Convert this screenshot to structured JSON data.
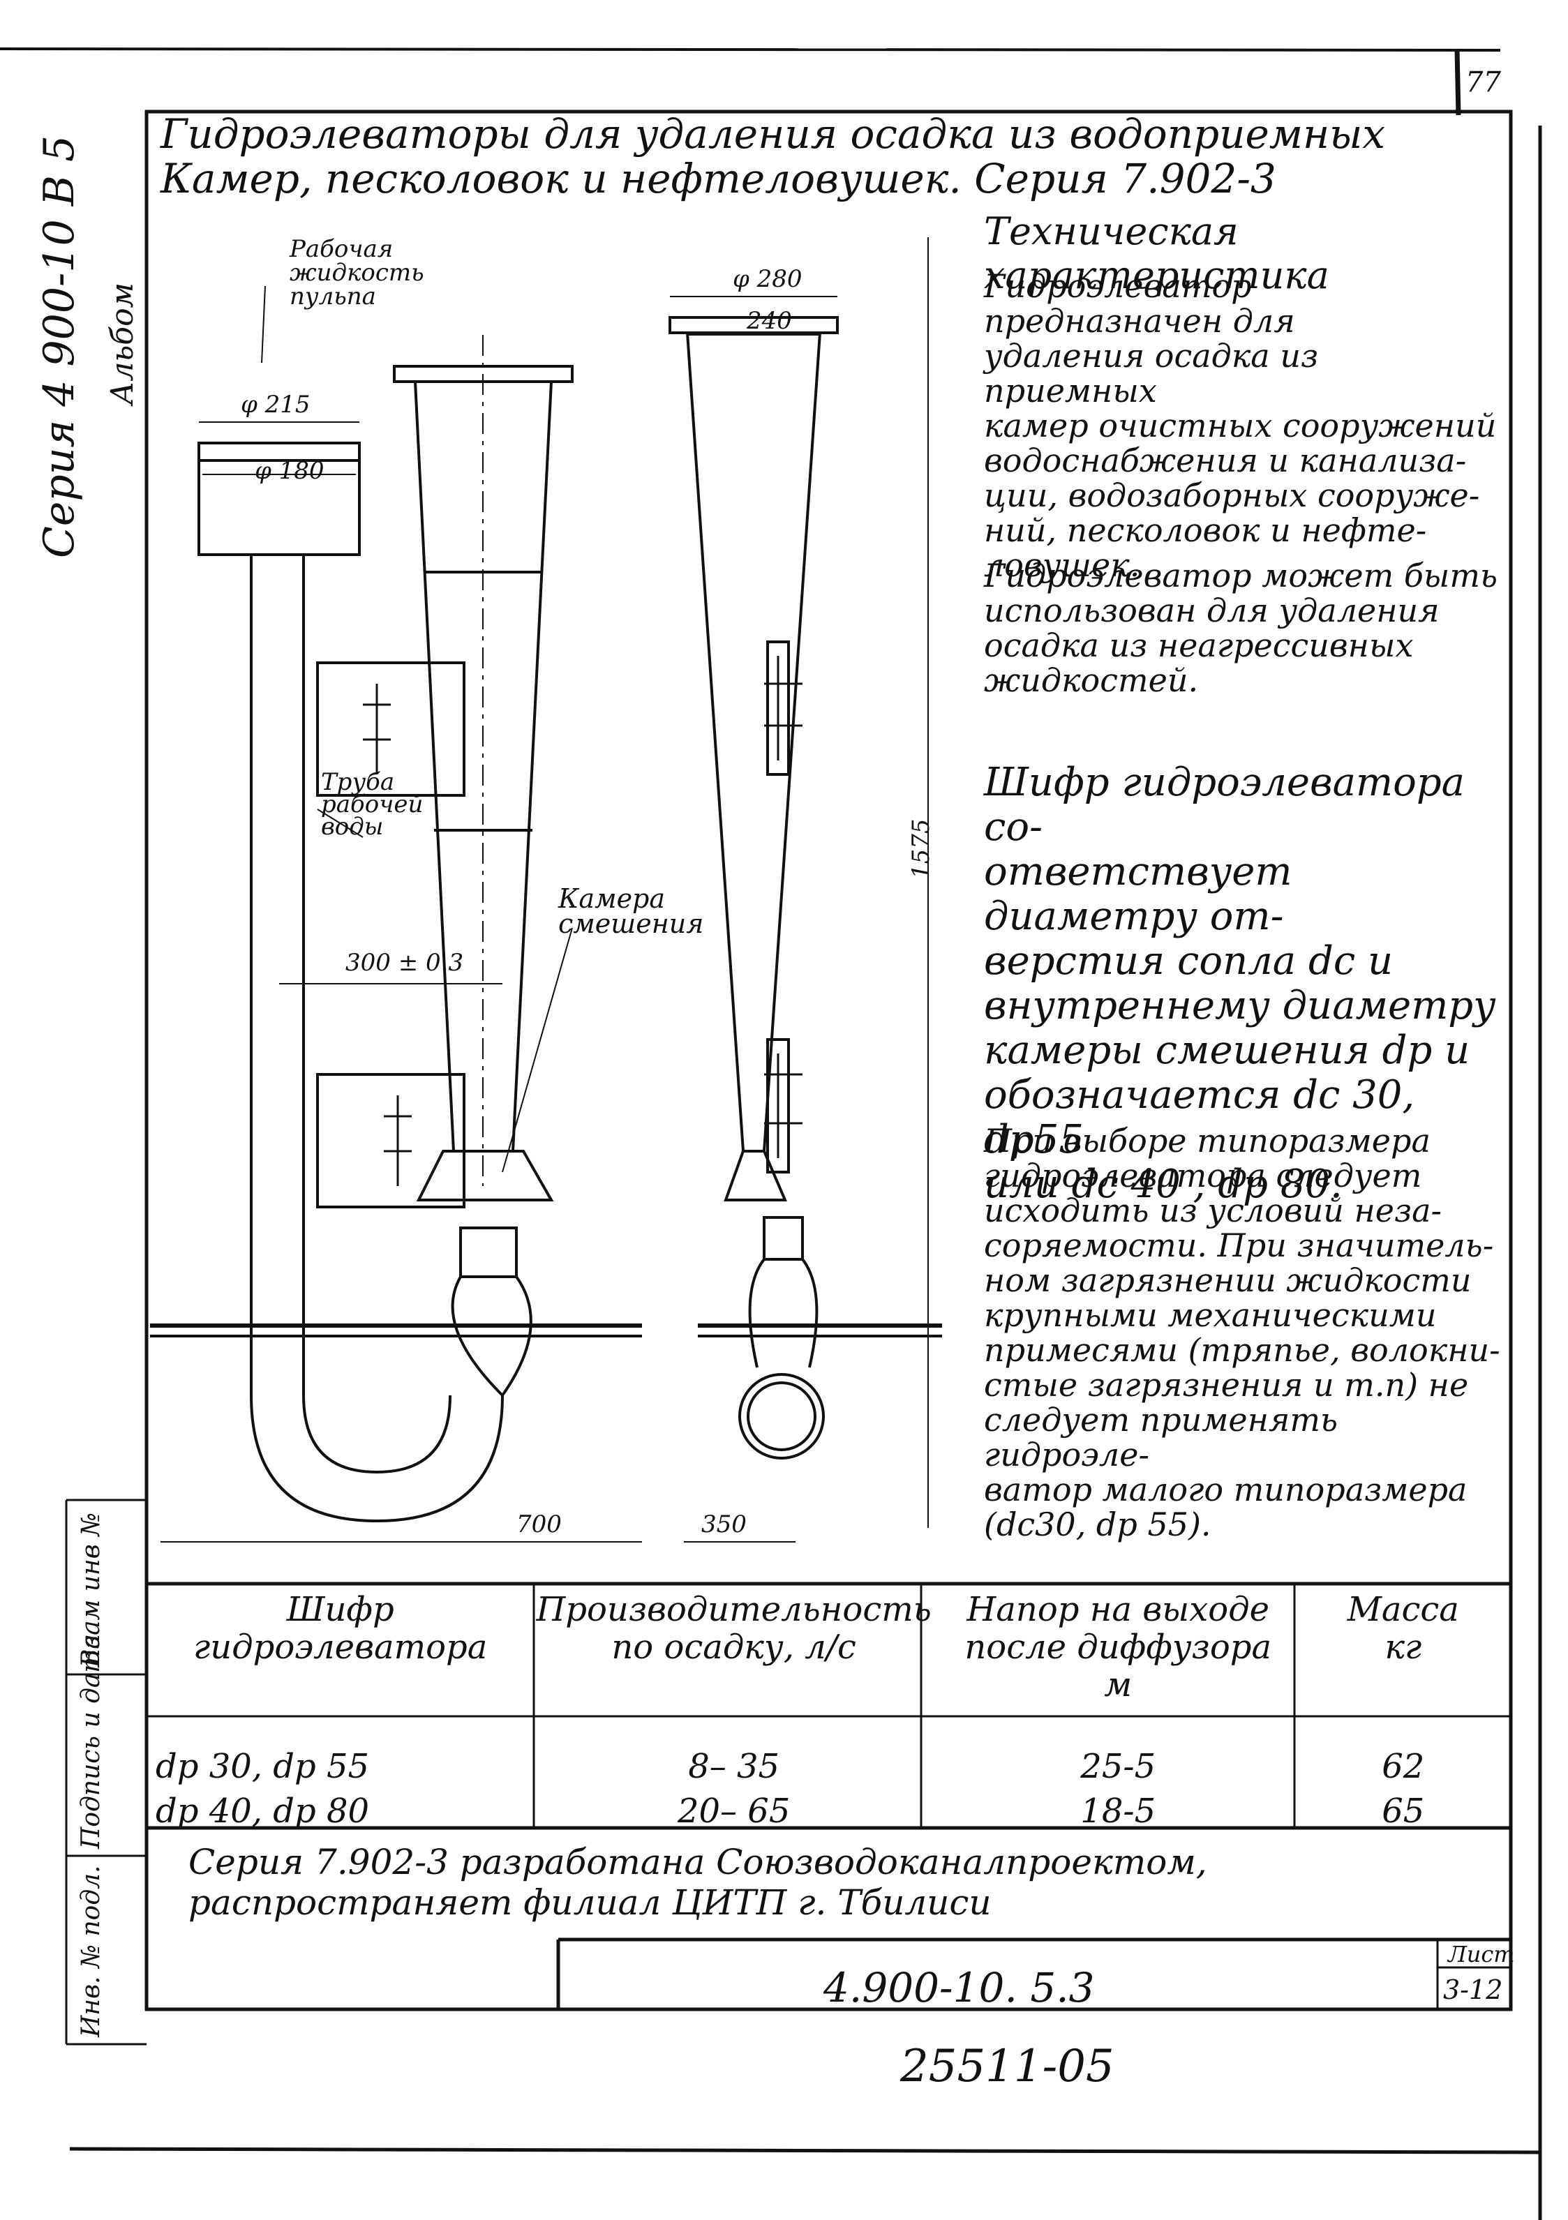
{
  "page_number": "77",
  "sidebar": {
    "series": "Серия   4 900-10   В 5",
    "album": "Альбом"
  },
  "title": "Гидроэлеваторы   для   удаления   осадка   из водоприемных\nКамер, песколовок  и  нефтеловушек.     Серия 7.902-3",
  "tech": {
    "heading": "Техническая характеристика",
    "p1": "Гидроэлеватор предназначен для\nудаления осадка из приемных\nкамер очистных сооружений\nводоснабжения и канализа-\nции, водозаборных сооруже-\nний, песколовок и нефте-\nловушек.",
    "p2": "Гидроэлеватор может быть\nиспользован для удаления\nосадка из неагрессивных\nжидкостей.",
    "p3": "Шифр гидроэлеватора со-\nответствует диаметру от-\nверстия сопла  dc и\nвнутреннему диаметру\nкамеры смешения  dp и\nобозначается  dc 30, dp55\nили  dc 40 ,  dp 80.",
    "p4": "При выборе типоразмера\nгидроэлеватора следует\nисходить из условий неза-\nсоряемости. При значитель-\nном загрязнении жидкости\nкрупными механическими\nпримесями (тряпье, волокни-\nстые загрязнения и т.п) не\nследует применять гидроэле-\nватор малого типоразмера\n(dc30, dp 55)."
  },
  "drawing": {
    "label_working_fluid": "Рабочая\nжидкость\nпульпа",
    "label_pipe": "Труба\nрабочей\nводы",
    "label_chamber": "Камера\nсмешения",
    "dim_215": "φ 215",
    "dim_180": "φ 180",
    "dim_280": "φ 280",
    "dim_240": "240",
    "dim_300": "300 ± 0.3",
    "dim_1575": "1575",
    "dim_700": "700",
    "dim_350": "350"
  },
  "table": {
    "headers": [
      "Шифр\nгидроэлеватора",
      "Производительность\nпо осадку, л/с",
      "Напор на выходе\nпосле диффузора\nм",
      "Масса\nкг"
    ],
    "rows": [
      [
        "dp 30, dp 55",
        "8– 35",
        "25-5",
        "62"
      ],
      [
        "dp 40, dp 80",
        "20– 65",
        "18-5",
        "65"
      ]
    ]
  },
  "note": "Серия 7.902-3   разработана   Союзводоканалпроектом,\nраспространяет   филиал   ЦИТП  г. Тбилиси",
  "title_block": {
    "doc_number": "4.900-10.  5.3",
    "sheet_label": "Лист",
    "sheet_number": "3-12"
  },
  "stamp_labels": [
    "Взам инв №",
    "Подпись и дата",
    "Инв. № подл."
  ],
  "footer_handwritten": "25511-05"
}
